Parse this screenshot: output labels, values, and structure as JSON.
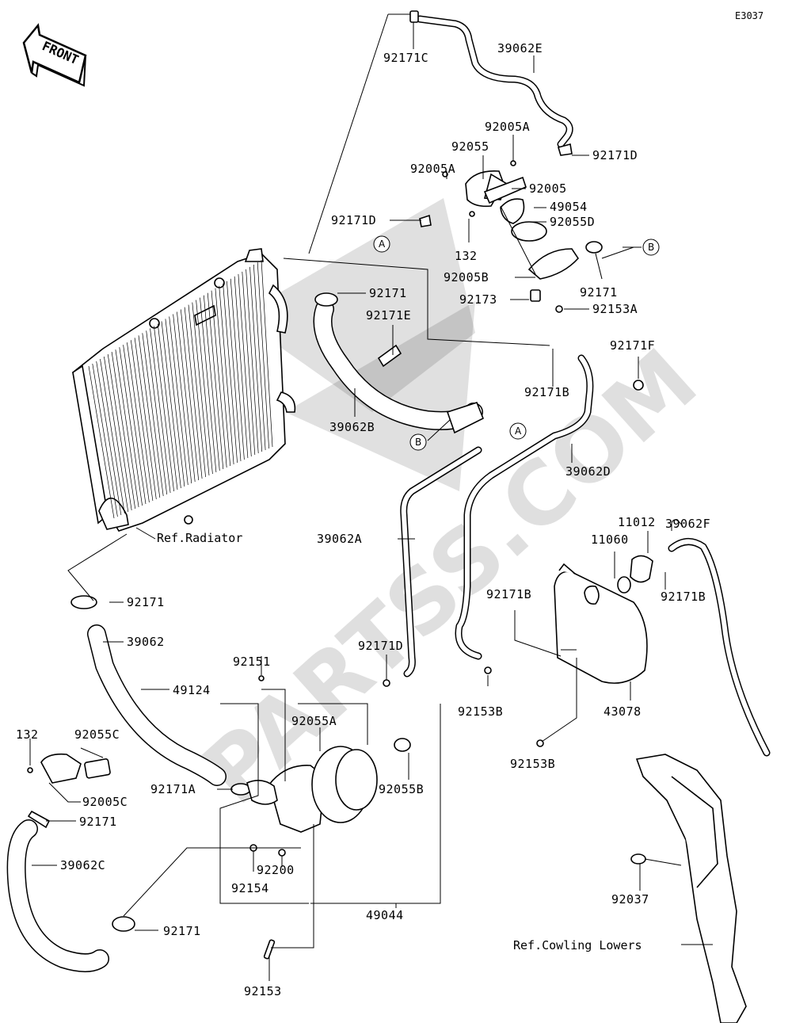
{
  "diagram": {
    "code": "E3037",
    "front_label": "FRONT",
    "watermark": "PARTSS.COM",
    "callouts": {
      "A": "A",
      "B": "B"
    },
    "refs": {
      "radiator": "Ref.Radiator",
      "cowling": "Ref.Cowling Lowers"
    },
    "parts": [
      {
        "id": "p01",
        "text": "92171C"
      },
      {
        "id": "p02",
        "text": "39062E"
      },
      {
        "id": "p03",
        "text": "92005A"
      },
      {
        "id": "p04",
        "text": "92055"
      },
      {
        "id": "p05",
        "text": "92171D"
      },
      {
        "id": "p06",
        "text": "92005A"
      },
      {
        "id": "p07",
        "text": "92005"
      },
      {
        "id": "p08",
        "text": "92171D"
      },
      {
        "id": "p09",
        "text": "49054"
      },
      {
        "id": "p10",
        "text": "92055D"
      },
      {
        "id": "p11",
        "text": "132"
      },
      {
        "id": "p12",
        "text": "92005B"
      },
      {
        "id": "p13",
        "text": "92171"
      },
      {
        "id": "p14",
        "text": "92171"
      },
      {
        "id": "p15",
        "text": "92173"
      },
      {
        "id": "p16",
        "text": "92153A"
      },
      {
        "id": "p17",
        "text": "92171E"
      },
      {
        "id": "p18",
        "text": "92171F"
      },
      {
        "id": "p19",
        "text": "92171B"
      },
      {
        "id": "p20",
        "text": "39062B"
      },
      {
        "id": "p21",
        "text": "39062D"
      },
      {
        "id": "p22",
        "text": "39062F"
      },
      {
        "id": "p23",
        "text": "11012"
      },
      {
        "id": "p24",
        "text": "39062A"
      },
      {
        "id": "p25",
        "text": "11060"
      },
      {
        "id": "p26",
        "text": "92171B"
      },
      {
        "id": "p27",
        "text": "92171"
      },
      {
        "id": "p28",
        "text": "92171B"
      },
      {
        "id": "p29",
        "text": "39062"
      },
      {
        "id": "p30",
        "text": "92151"
      },
      {
        "id": "p31",
        "text": "92171D"
      },
      {
        "id": "p32",
        "text": "49124"
      },
      {
        "id": "p33",
        "text": "92153B"
      },
      {
        "id": "p34",
        "text": "43078"
      },
      {
        "id": "p35",
        "text": "92055A"
      },
      {
        "id": "p36",
        "text": "132"
      },
      {
        "id": "p37",
        "text": "92055C"
      },
      {
        "id": "p38",
        "text": "92153B"
      },
      {
        "id": "p39",
        "text": "92171A"
      },
      {
        "id": "p40",
        "text": "92055B"
      },
      {
        "id": "p41",
        "text": "92005C"
      },
      {
        "id": "p42",
        "text": "92171"
      },
      {
        "id": "p43",
        "text": "39062C"
      },
      {
        "id": "p44",
        "text": "92200"
      },
      {
        "id": "p45",
        "text": "92154"
      },
      {
        "id": "p46",
        "text": "92037"
      },
      {
        "id": "p47",
        "text": "49044"
      },
      {
        "id": "p48",
        "text": "92171"
      },
      {
        "id": "p49",
        "text": "92153"
      }
    ]
  }
}
